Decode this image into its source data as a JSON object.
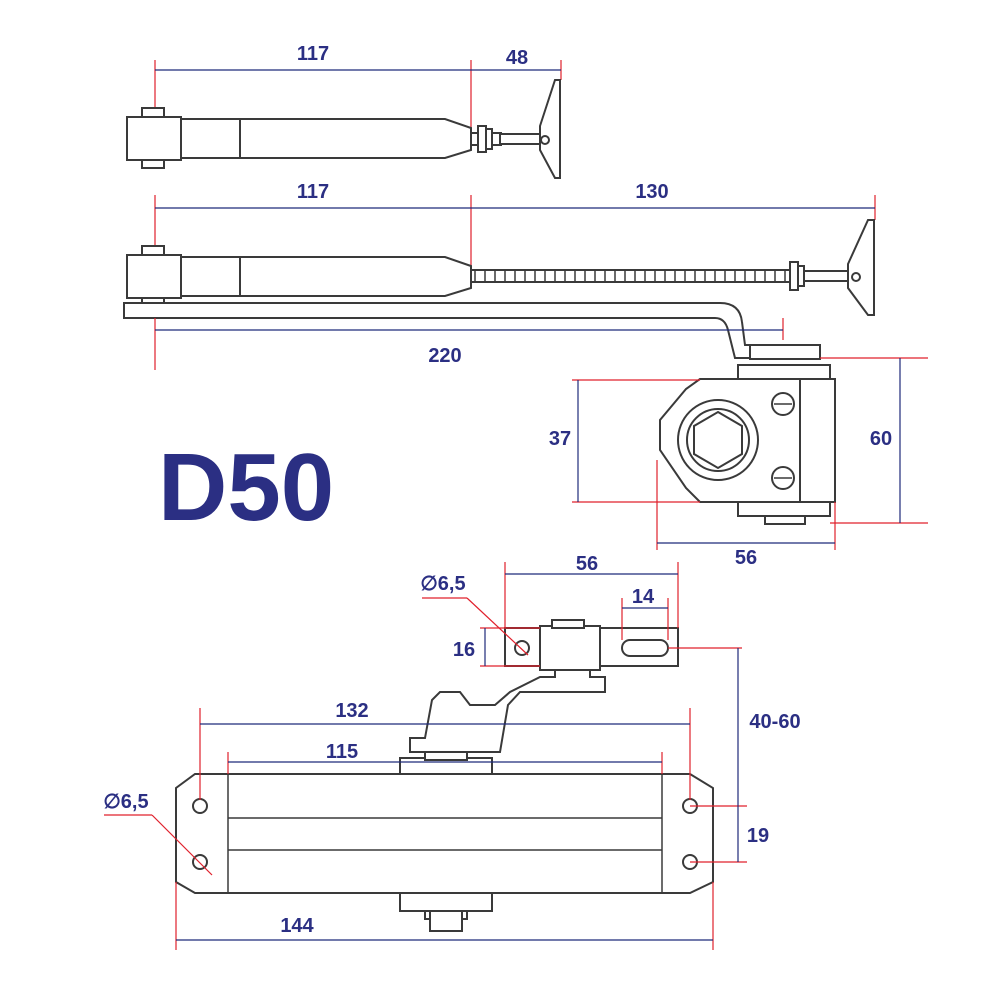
{
  "title": "D50",
  "colors": {
    "text": "#2b2f83",
    "dimension_line": "#1f2a7a",
    "extension_line": "#e0202c",
    "part_outline": "#3a3a3a",
    "background": "#ffffff"
  },
  "arm_top": {
    "dim_arm": "117",
    "dim_rod": "48"
  },
  "arm_extended": {
    "dim_arm": "117",
    "dim_rod": "130",
    "dim_total": "220"
  },
  "side_view": {
    "dim_height_inner": "37",
    "dim_height_total": "60",
    "dim_width": "56"
  },
  "bracket": {
    "dim_hole": "∅6,5",
    "dim_width": "56",
    "dim_slot": "14",
    "dim_height": "16",
    "dim_offset": "40-60"
  },
  "body": {
    "dim_hole_spacing": "132",
    "dim_body_length": "115",
    "dim_hole": "∅6,5",
    "dim_hole_vertical": "19",
    "dim_total_length": "144"
  }
}
